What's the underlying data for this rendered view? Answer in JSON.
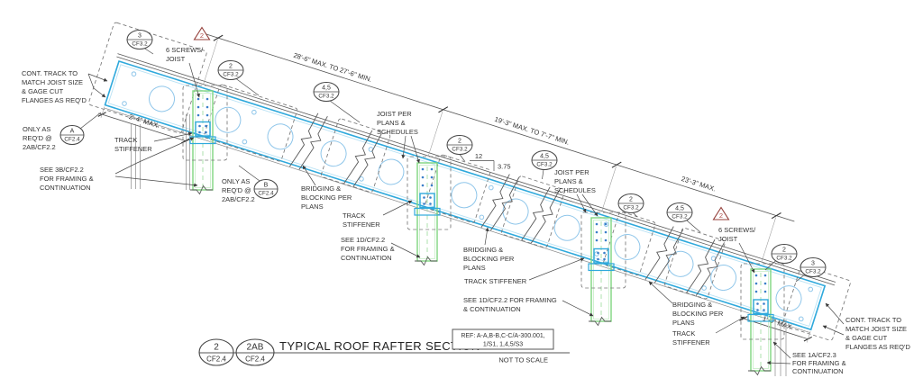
{
  "labels": {
    "cont_track_left": {
      "l1": "CONT. TRACK TO",
      "l2": "MATCH JOIST SIZE",
      "l3": "& GAGE CUT",
      "l4": "FLANGES AS REQ'D"
    },
    "only_a": {
      "l1": "ONLY AS",
      "l2": "REQ'D @",
      "l3": "2AB/CF2.2"
    },
    "only_b": {
      "l1": "ONLY AS",
      "l2": "REQ'D @",
      "l3": "2AB/CF2.2"
    },
    "screws_1": {
      "l1": "6 SCREWS/",
      "l2": "JOIST"
    },
    "screws_2": {
      "l1": "6 SCREWS/",
      "l2": "JOIST"
    },
    "track_stiffener_1": {
      "l1": "TRACK",
      "l2": "STIFFENER"
    },
    "track_stiffener_2": {
      "l1": "TRACK",
      "l2": "STIFFENER"
    },
    "track_stiffener_3": {
      "l1": "TRACK STIFFENER"
    },
    "track_stiffener_4": {
      "l1": "TRACK",
      "l2": "STIFFENER"
    },
    "see_3b": {
      "l1": "SEE 3B/CF2.2",
      "l2": "FOR FRAMING &",
      "l3": "CONTINUATION"
    },
    "see_1d_a": {
      "l1": "SEE 1D/CF2.2",
      "l2": "FOR FRAMING &",
      "l3": "CONTINUATION"
    },
    "see_1d_b": {
      "l1": "SEE 1D/CF2.2 FOR FRAMING",
      "l2": "& CONTINUATION"
    },
    "see_1a": {
      "l1": "SEE 1A/CF2.3",
      "l2": "FOR FRAMING &",
      "l3": "CONTINUATION"
    },
    "bridging_1": {
      "l1": "BRIDGING &",
      "l2": "BLOCKING PER",
      "l3": "PLANS"
    },
    "bridging_2": {
      "l1": "BRIDGING &",
      "l2": "BLOCKING PER",
      "l3": "PLANS"
    },
    "bridging_3": {
      "l1": "BRIDGING &",
      "l2": "BLOCKING PER",
      "l3": "PLANS"
    },
    "joist_per_1": {
      "l1": "JOIST PER",
      "l2": "PLANS &",
      "l3": "SCHEDULES"
    },
    "joist_per_2": {
      "l1": "JOIST PER",
      "l2": "PLANS &",
      "l3": "SCHEDULES"
    },
    "cont_track_right": {
      "l1": "CONT. TRACK TO",
      "l2": "MATCH JOIST SIZE",
      "l3": "& GAGE CUT",
      "l4": "FLANGES AS REQ'D"
    }
  },
  "dims": {
    "span1": "28'-6\" MAX. TO 27'-6\" MIN.",
    "span2": "19'-3\" MAX. TO 7'-7\" MIN.",
    "span3": "23'-3\" MAX.",
    "left_end": "2'-4\" MAX.",
    "right_end": "1'-9\" MAX.",
    "slope_run": "12",
    "slope_rise": "3.75"
  },
  "callouts": {
    "c1": {
      "num": "3",
      "sheet": "CF3.2"
    },
    "c2": {
      "num": "2",
      "sheet": "CF3.2"
    },
    "c3": {
      "num": "4,5",
      "sheet": "CF3.2"
    },
    "c4": {
      "num": "2",
      "sheet": "CF3.2"
    },
    "c5": {
      "num": "4,5",
      "sheet": "CF3.2"
    },
    "c6": {
      "num": "2",
      "sheet": "CF3.2"
    },
    "c7": {
      "num": "4,5",
      "sheet": "CF3.2"
    },
    "c8": {
      "num": "2",
      "sheet": "CF3.2"
    },
    "c9": {
      "num": "3",
      "sheet": "CF3.2"
    },
    "ca": {
      "num": "A",
      "sheet": "CF2.4"
    },
    "cb": {
      "num": "B",
      "sheet": "CF2.4"
    }
  },
  "triangles": {
    "t1": "2",
    "t2": "2"
  },
  "titleblock": {
    "title": "TYPICAL ROOF RAFTER SECTION",
    "not_to_scale": "NOT TO SCALE",
    "ref1": "REF:  A-A,B-B,C-C/A-300.001,",
    "ref2": "1/S1, 1,4,5/S3",
    "c1": {
      "num": "2",
      "sheet": "CF2.4"
    },
    "c2": {
      "num": "2AB",
      "sheet": "CF2.4"
    }
  },
  "colors": {
    "joist": "#2FA9DC",
    "stud": "#7FD67F",
    "revision": "#943F3A"
  }
}
